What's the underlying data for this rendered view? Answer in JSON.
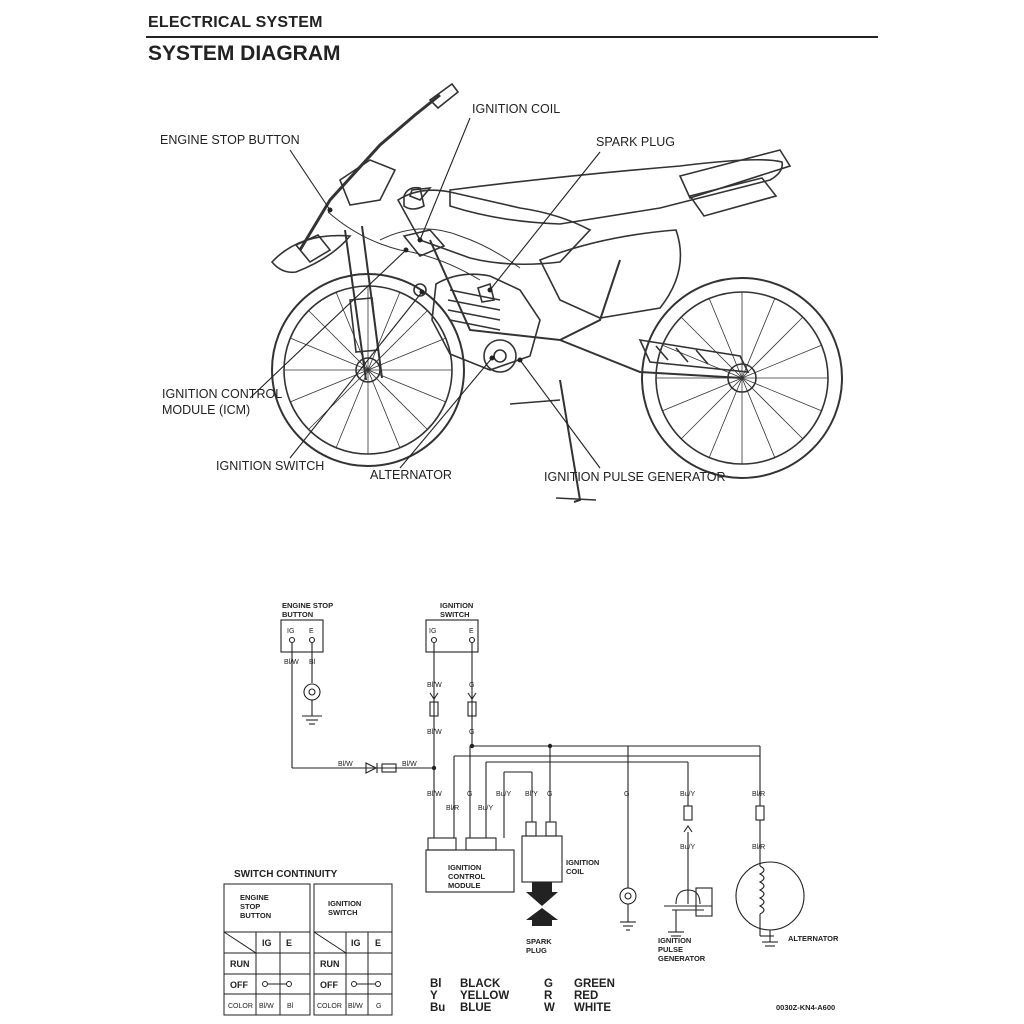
{
  "header": {
    "section": "ELECTRICAL SYSTEM",
    "title": "SYSTEM DIAGRAM"
  },
  "illustration": {
    "labels": {
      "engine_stop_button": "ENGINE STOP BUTTON",
      "ignition_coil": "IGNITION COIL",
      "spark_plug": "SPARK PLUG",
      "icm_line1": "IGNITION CONTROL",
      "icm_line2": "MODULE (ICM)",
      "ignition_switch": "IGNITION SWITCH",
      "alternator": "ALTERNATOR",
      "ignition_pulse_generator": "IGNITION PULSE GENERATOR"
    }
  },
  "schematic": {
    "engine_stop_button": {
      "line1": "ENGINE STOP",
      "line2": "BUTTON",
      "term_ig": "IG",
      "term_e": "E",
      "wire_ig": "Bl/W",
      "wire_e": "Bl"
    },
    "ignition_switch": {
      "line1": "IGNITION",
      "line2": "SWITCH",
      "term_ig": "IG",
      "term_e": "E"
    },
    "wire_labels": {
      "sw_ig_top": "Bl/W",
      "sw_ig_bottom": "Bl/W",
      "sw_e_top": "G",
      "sw_e_bottom": "G",
      "stop_left": "Bl/W",
      "stop_right": "Bl/W",
      "icm_blw": "Bl/W",
      "icm_blr": "Bl/R",
      "icm_g": "G",
      "icm_buy": "Bu/Y",
      "coil_bly": "Bl/Y",
      "coil_g": "G",
      "ground_g": "G",
      "ipg_top": "Bu/Y",
      "ipg_bottom": "Bu/Y",
      "alt_top": "Bl/R",
      "alt_bottom": "Bl/R"
    },
    "icm": {
      "line1": "IGNITION",
      "line2": "CONTROL",
      "line3": "MODULE"
    },
    "coil": {
      "line1": "IGNITION",
      "line2": "COIL"
    },
    "spark_plug": {
      "line1": "SPARK",
      "line2": "PLUG"
    },
    "ipg": {
      "line1": "IGNITION",
      "line2": "PULSE",
      "line3": "GENERATOR"
    },
    "alternator": "ALTERNATOR"
  },
  "switch_continuity": {
    "title": "SWITCH CONTINUITY",
    "engine_stop": {
      "line1": "ENGINE",
      "line2": "STOP",
      "line3": "BUTTON",
      "col_ig": "IG",
      "col_e": "E",
      "row_run": "RUN",
      "row_off": "OFF",
      "row_color": "COLOR",
      "color_ig": "Bl/W",
      "color_e": "Bl"
    },
    "ignition_switch": {
      "line1": "IGNITION",
      "line2": "SWITCH",
      "col_ig": "IG",
      "col_e": "E",
      "row_run": "RUN",
      "row_off": "OFF",
      "row_color": "COLOR",
      "color_ig": "Bl/W",
      "color_e": "G"
    }
  },
  "legend": [
    {
      "code": "Bl",
      "name": "BLACK"
    },
    {
      "code": "Y",
      "name": "YELLOW"
    },
    {
      "code": "Bu",
      "name": "BLUE"
    },
    {
      "code": "G",
      "name": "GREEN"
    },
    {
      "code": "R",
      "name": "RED"
    },
    {
      "code": "W",
      "name": "WHITE"
    }
  ],
  "figure_code": "0030Z-KN4-A600"
}
